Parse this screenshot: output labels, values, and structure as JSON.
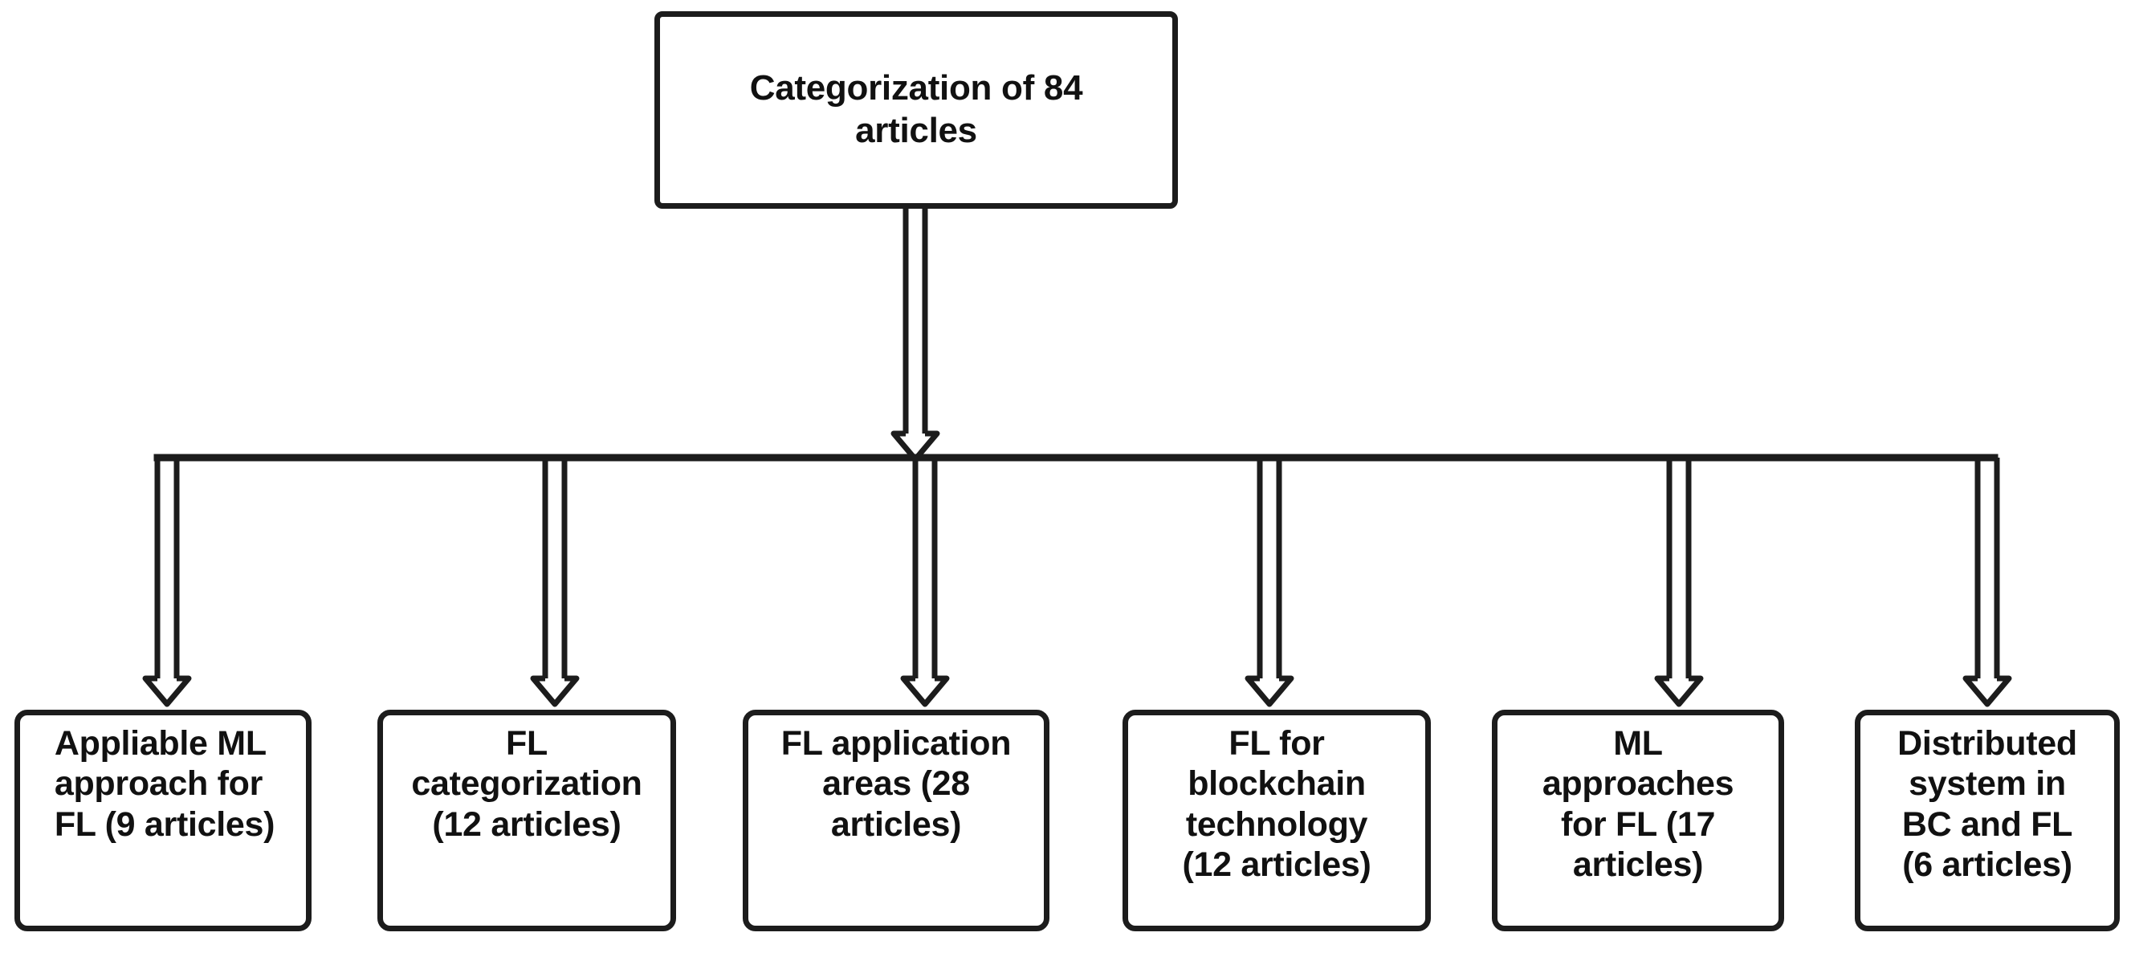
{
  "diagram": {
    "type": "flowchart-tree",
    "orientation": "top-down",
    "title": "Categorization of 84 articles",
    "total_articles": 84,
    "colors": {
      "stroke": "#1c1c1c",
      "fill": "#ffffff",
      "text": "#111111"
    },
    "root": {
      "id": "root",
      "label": "Categorization of 84\narticles",
      "count": 84
    },
    "connector": {
      "style": "hollow-open-arrow",
      "bus_label": ""
    },
    "children": [
      {
        "id": "applicable-ml-approach-for-fl",
        "label": "Appliable ML\napproach for\nFL (9 articles)",
        "count": 9,
        "align": "left"
      },
      {
        "id": "fl-categorization",
        "label": "FL\ncategorization\n(12 articles)",
        "count": 12,
        "align": "center"
      },
      {
        "id": "fl-application-areas",
        "label": "FL application\nareas (28\narticles)",
        "count": 28,
        "align": "center"
      },
      {
        "id": "fl-for-blockchain-technology",
        "label": "FL for\nblockchain\ntechnology\n(12 articles)",
        "count": 12,
        "align": "center"
      },
      {
        "id": "ml-approaches-for-fl",
        "label": "ML\napproaches\nfor FL (17\narticles)",
        "count": 17,
        "align": "center"
      },
      {
        "id": "distributed-system-in-bc-and-fl",
        "label": "Distributed\nsystem in\nBC and FL\n(6 articles)",
        "count": 6,
        "align": "center"
      }
    ]
  }
}
